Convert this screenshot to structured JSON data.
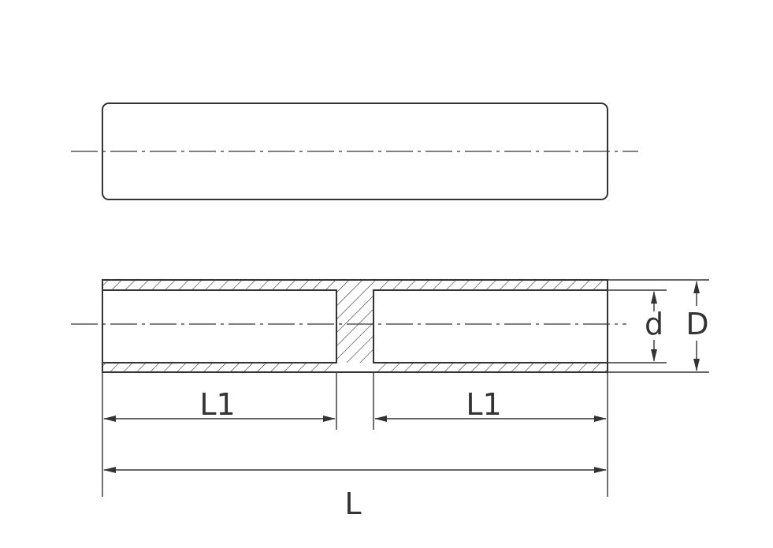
{
  "labels": {
    "l1_left": "L1",
    "l1_right": "L1",
    "l_total": "L",
    "inner_diameter": "d",
    "outer_diameter": "D"
  }
}
